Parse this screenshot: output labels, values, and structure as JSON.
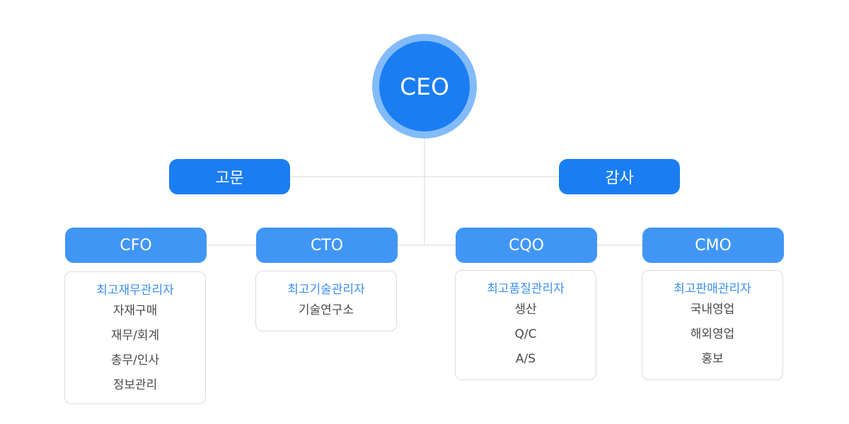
{
  "ceo": {
    "label": "CEO"
  },
  "advisory": [
    {
      "label": "고문"
    },
    {
      "label": "감사"
    }
  ],
  "executives": [
    {
      "title": "CFO",
      "role": "최고재무관리자",
      "departments": [
        "자재구매",
        "재무/회계",
        "총무/인사",
        "정보관리"
      ]
    },
    {
      "title": "CTO",
      "role": "최고기술관리자",
      "departments": [
        "기술연구소"
      ]
    },
    {
      "title": "CQO",
      "role": "최고품질관리자",
      "departments": [
        "생산",
        "Q/C",
        "A/S"
      ]
    },
    {
      "title": "CMO",
      "role": "최고판매관리자",
      "departments": [
        "국내영업",
        "해외영업",
        "홍보"
      ]
    }
  ],
  "colors": {
    "primary": "#1a7ef2",
    "ring": "#83bbf8",
    "executive": "#4196f5",
    "role_text": "#3a8ff2",
    "dept_text": "#4a4a4a",
    "line": "#d9d9d9",
    "card_border": "#dcdcdc"
  }
}
